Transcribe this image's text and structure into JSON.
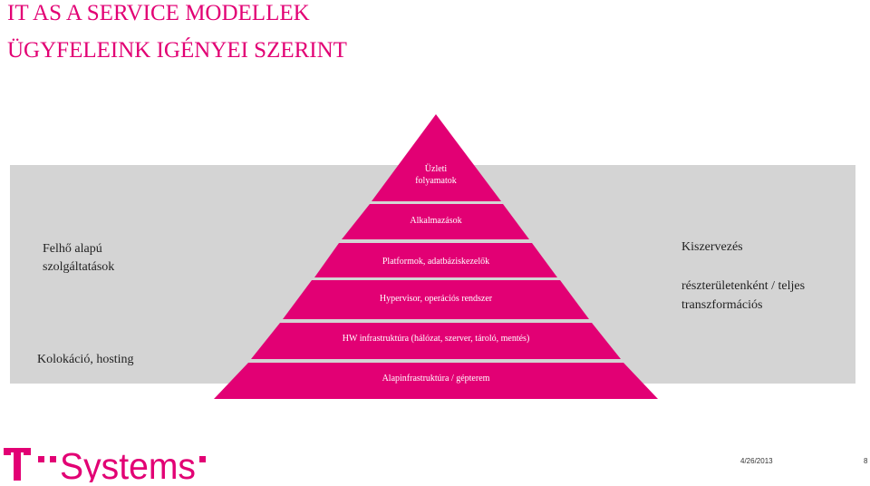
{
  "title": {
    "line1": "IT AS A SERVICE MODELLEK",
    "line2": "ÜGYFELEINK IGÉNYEI SZERINT"
  },
  "left_labels": {
    "cloud": [
      "Felhő alapú",
      "szolgáltatások"
    ],
    "colocation": "Kolokáció, hosting"
  },
  "right_labels": {
    "outsourcing": "Kiszervezés",
    "transformation": [
      "részterületenként / teljes",
      "transzformációs"
    ]
  },
  "pyramid_layers": [
    [
      "Üzleti",
      "folyamatok"
    ],
    [
      "Alkalmazások"
    ],
    [
      "Platformok, adatbáziskezelők"
    ],
    [
      "Hypervisor, operációs rendszer"
    ],
    [
      "HW infrastruktúra (hálózat, szerver, tároló, mentés)"
    ],
    [
      "Alapinfrastruktúra / gépterem"
    ]
  ],
  "footer": {
    "logo": "T · · Systems ·",
    "date": "4/26/2013",
    "page": "8"
  },
  "colors": {
    "accent": "#e20074",
    "panel": "#d4d4d4"
  }
}
